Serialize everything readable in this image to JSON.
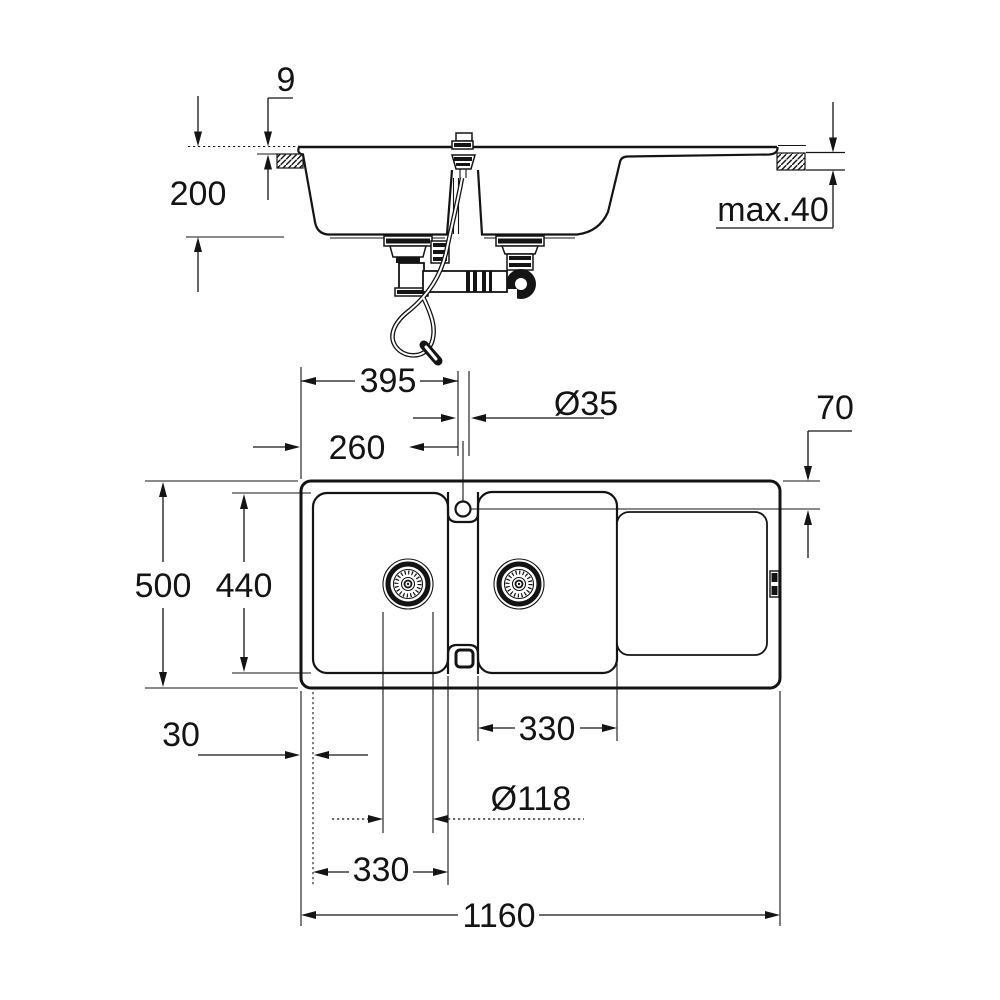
{
  "canvas": {
    "background": "#ffffff",
    "line_color": "#141414"
  },
  "elevation": {
    "dims": {
      "rim_height": "9",
      "bowl_depth": "200",
      "worktop_thickness": "max.40"
    }
  },
  "plan": {
    "dims": {
      "faucet_from_left": "395",
      "faucet_hole_dia": "Ø35",
      "drain_from_left": "260",
      "drainer_offset": "70",
      "overall_depth": "500",
      "bowl_inner_depth": "440",
      "bowl2_width": "330",
      "edge_gap": "30",
      "drain_dia": "Ø118",
      "bowl1_width": "330",
      "overall_width": "1160"
    }
  }
}
